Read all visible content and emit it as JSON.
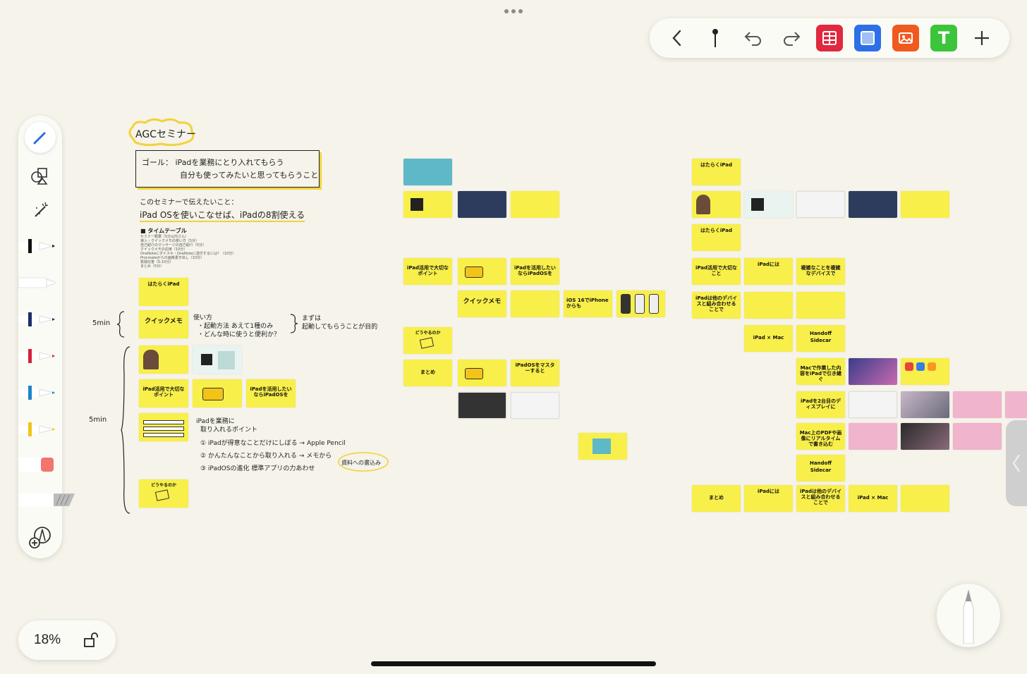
{
  "zoom": {
    "value": "18%"
  },
  "toolbar": {
    "items": [
      {
        "name": "back-button",
        "icon": "chevron-left-icon",
        "glyph": "‹"
      },
      {
        "name": "pin-button",
        "icon": "pin-icon",
        "glyph": "⚲"
      },
      {
        "name": "undo-button",
        "icon": "undo-icon",
        "glyph": "↶"
      },
      {
        "name": "redo-button",
        "icon": "redo-icon",
        "glyph": "↷"
      },
      {
        "name": "table-button",
        "icon": "table-icon",
        "glyph": "▦",
        "color": "#e0283e"
      },
      {
        "name": "shape-button",
        "icon": "shape-icon",
        "glyph": "■",
        "color": "#2d6fe6"
      },
      {
        "name": "image-button",
        "icon": "image-icon",
        "glyph": "▣",
        "color": "#f05a1e"
      },
      {
        "name": "text-button",
        "icon": "text-icon",
        "glyph": "T",
        "color": "#3cc43a"
      },
      {
        "name": "add-button",
        "icon": "plus-icon",
        "glyph": "+"
      }
    ]
  },
  "canvas": {
    "title": "AGCセミナー",
    "goal_line1": "ゴール： iPadを業務にとり入れてもらう",
    "goal_line2": "自分も使ってみたいと思ってもらうこと",
    "intro": "このセミナーで伝えたいこと：",
    "main_message": "iPad OSを使いこなせば、iPadの8割使える",
    "timetable_title": "■ タイムテーブル",
    "timetable_lines": [
      "セミナー概要（5分以内さん）",
      "導入・クイックメモの使い方（5分）",
      "自己紹介のマッサージの自己紹介（5分）",
      "クイックメモの応用（10分）",
      "OneNoteにダイスキ・OneNoteに送付するには？（10分）",
      "Procreateからの画像書き出し（10分）",
      "質疑応答（5-10分）",
      "まとめ（5分）"
    ],
    "label_5min_a": "5min",
    "label_5min_b": "5min",
    "usage_title": "使い方",
    "usage_1": "・起動方法 あえて1種のみ",
    "usage_2": "・どんな時に使うと便利か？",
    "purpose_1": "まずは",
    "purpose_2": "起動してもらうことが目的",
    "point_title_1": "iPadを業務に",
    "point_title_2": "取り入れるポイント",
    "point_1": "① iPadが得意なことだけにしぼる → Apple Pencil",
    "point_2": "② かんたんなことから取り入れる → メモから",
    "point_3": "③ iPadOSの進化 標準アプリの力あわせ",
    "circled_note": "資料への書込み",
    "cards": {
      "hataraku": "はたらくiPad",
      "quickmemo": "クイックメモ",
      "ipad_katsuyo": "iPad活用で大切なポイント",
      "ipados_kanri": "iPadを活用したいならiPadOSを",
      "dou_yaru": "どうやるのか",
      "matome": "まとめ",
      "ios16": "iOS 16でiPhoneからも",
      "ipad_katsuyo_taisetsu": "iPad活用で大切なこと",
      "ipad_ni_wa": "iPadには",
      "kuhaku": "複雑なことを複雑なデバイスで",
      "ipad_wa_hoka": "iPadは他のデバイスと組み合わせることで",
      "ipad_x_mac": "iPad × Mac",
      "handoff": "Handoff",
      "sidecar": "Sidecar",
      "mac_kyodo": "Macで作業した内容をiPadで引き継ぐ",
      "sidecar_2": "iPadを2台目のディスプレイに",
      "realtime": "Mac上のPDFや画像にリアルタイムで書き込む",
      "ipados_master": "iPadOSをマスターすると"
    }
  }
}
